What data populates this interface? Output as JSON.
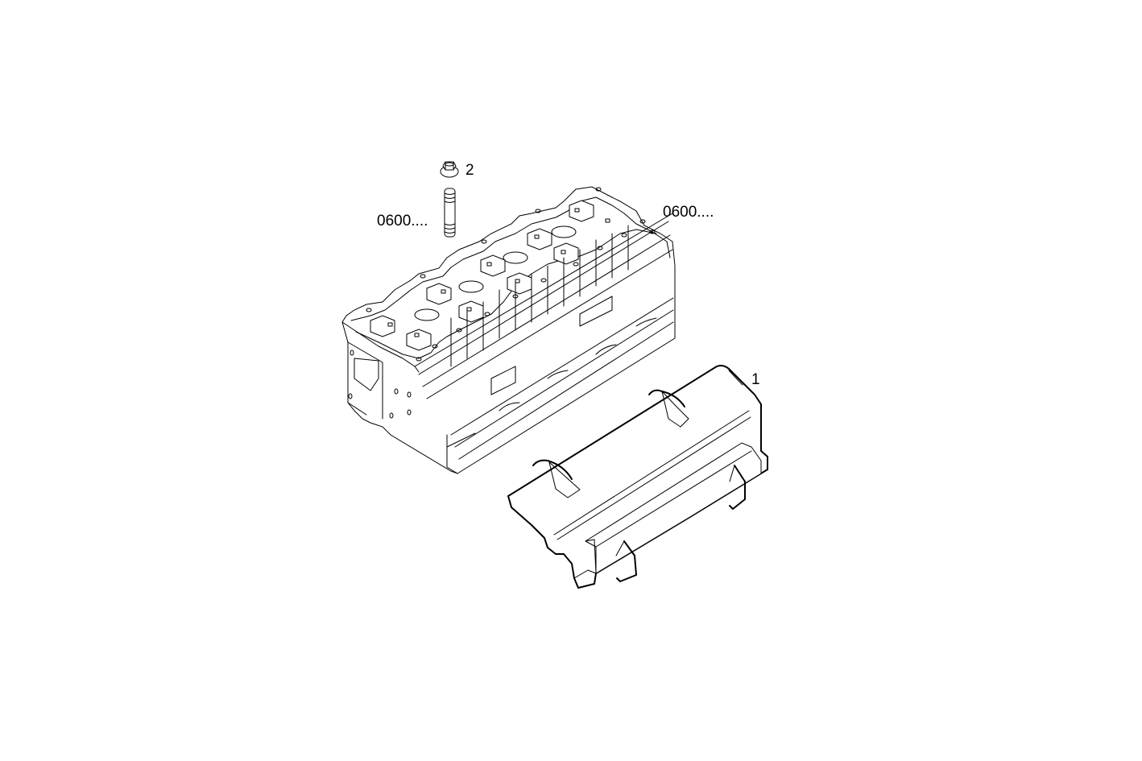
{
  "diagram": {
    "type": "exploded-parts-illustration",
    "background": "#ffffff",
    "line_color": "#000000",
    "parts": [
      {
        "id": "cylinder-head",
        "label": "0600....",
        "callout_ref": "0600...."
      },
      {
        "id": "stud",
        "label": "0600....",
        "callout_ref": "0600...."
      },
      {
        "id": "flange-nut",
        "label": "2",
        "callout_ref": "2"
      },
      {
        "id": "heat-shield",
        "label": "1",
        "callout_ref": "1"
      }
    ]
  },
  "labels": {
    "stud_ref": "0600....",
    "head_ref": "0600....",
    "nut_ref": "2",
    "shield_ref": "1"
  }
}
